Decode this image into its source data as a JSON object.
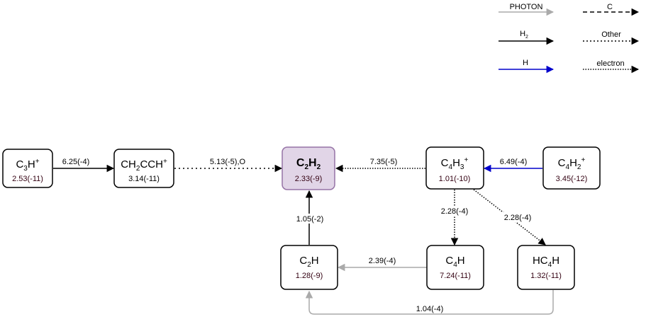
{
  "legend": {
    "photon": "PHOTON",
    "c": "C",
    "h2": "H",
    "h2_sub": "2",
    "other": "Other",
    "h": "H",
    "electron": "electron"
  },
  "colors": {
    "photon": "#aaaaaa",
    "h2": "#000000",
    "h": "#0000cc",
    "value_text": "#330011",
    "highlight_fill": "#e1d5e7",
    "highlight_stroke": "#9673a6"
  },
  "nodes": {
    "c3h_plus": {
      "formula": [
        "C",
        {
          "sub": "3"
        },
        "H",
        {
          "sup": "+"
        }
      ],
      "value": "2.53(-11)"
    },
    "ch2cch_plus": {
      "formula": [
        "CH",
        {
          "sub": "2"
        },
        "CCH",
        {
          "sup": "+"
        }
      ],
      "value": "3.14(-11)"
    },
    "c2h2": {
      "formula": [
        "C",
        {
          "sub": "2"
        },
        "H",
        {
          "sub": "2"
        }
      ],
      "value": "2.33(-9)"
    },
    "c4h3_plus": {
      "formula": [
        "C",
        {
          "sub": "4"
        },
        "H",
        {
          "sub": "3"
        },
        {
          "sup": "+"
        }
      ],
      "value": "1.01(-10)"
    },
    "c4h2_plus": {
      "formula": [
        "C",
        {
          "sub": "4"
        },
        "H",
        {
          "sub": "2"
        },
        {
          "sup": "+"
        }
      ],
      "value": "3.45(-12)"
    },
    "c2h": {
      "formula": [
        "C",
        {
          "sub": "2"
        },
        "H"
      ],
      "value": "1.28(-9)"
    },
    "c4h": {
      "formula": [
        "C",
        {
          "sub": "4"
        },
        "H"
      ],
      "value": "7.24(-11)"
    },
    "hc4h": {
      "formula": [
        "HC",
        {
          "sub": "4"
        },
        "H"
      ],
      "value": "1.32(-11)"
    }
  },
  "edges": {
    "c3h_to_ch2cch": "6.25(-4)",
    "ch2cch_to_c2h2": "5.13(-5),O",
    "c4h3_to_c2h2": "7.35(-5)",
    "c4h2_to_c4h3": "6.49(-4)",
    "c2h_to_c2h2": "1.05(-2)",
    "c4h3_to_c4h": "2.28(-4)",
    "c4h3_to_hc4h": "2.28(-4)",
    "c4h_to_c2h": "2.39(-4)",
    "hc4h_to_c2h": "1.04(-4)"
  }
}
